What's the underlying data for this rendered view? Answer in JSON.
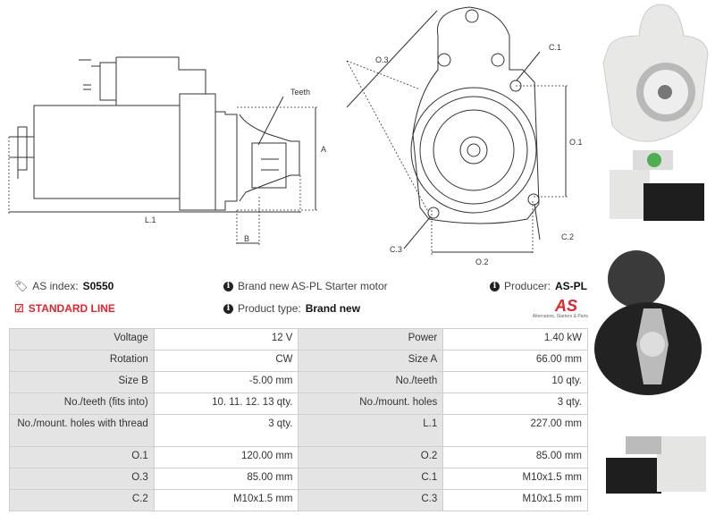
{
  "drawing": {
    "teeth": "Teeth",
    "a": "A",
    "l1": "L.1",
    "b": "B",
    "o1": "O.1",
    "o2": "O.2",
    "o3": "O.3",
    "c1": "C.1",
    "c2": "C.2",
    "c3": "C.3"
  },
  "info": {
    "as_index_label": "AS index:",
    "as_index_value": "S0550",
    "standard_line": "STANDARD LINE",
    "description": "Brand new AS-PL Starter motor",
    "product_type_label": "Product type:",
    "product_type_value": "Brand new",
    "producer_label": "Producer:",
    "producer_value": "AS-PL",
    "logo_text": "AS",
    "logo_tagline": "Alternators, Starters & Parts"
  },
  "colors": {
    "accent": "#e3242b",
    "label_bg": "#e4e4e4"
  },
  "specs": [
    [
      "Voltage",
      "12 V",
      "Power",
      "1.40 kW"
    ],
    [
      "Rotation",
      "CW",
      "Size A",
      "66.00 mm"
    ],
    [
      "Size B",
      "-5.00 mm",
      "No./teeth",
      "10 qty."
    ],
    [
      "No./teeth (fits into)",
      "10. 11. 12. 13 qty.",
      "No./mount. holes",
      "3 qty."
    ],
    [
      "No./mount. holes with thread",
      "3 qty.",
      "L.1",
      "227.00 mm"
    ],
    [
      "O.1",
      "120.00 mm",
      "O.2",
      "85.00 mm"
    ],
    [
      "O.3",
      "85.00 mm",
      "C.1",
      "M10x1.5 mm"
    ],
    [
      "C.2",
      "M10x1.5 mm",
      "C.3",
      "M10x1.5 mm"
    ]
  ]
}
